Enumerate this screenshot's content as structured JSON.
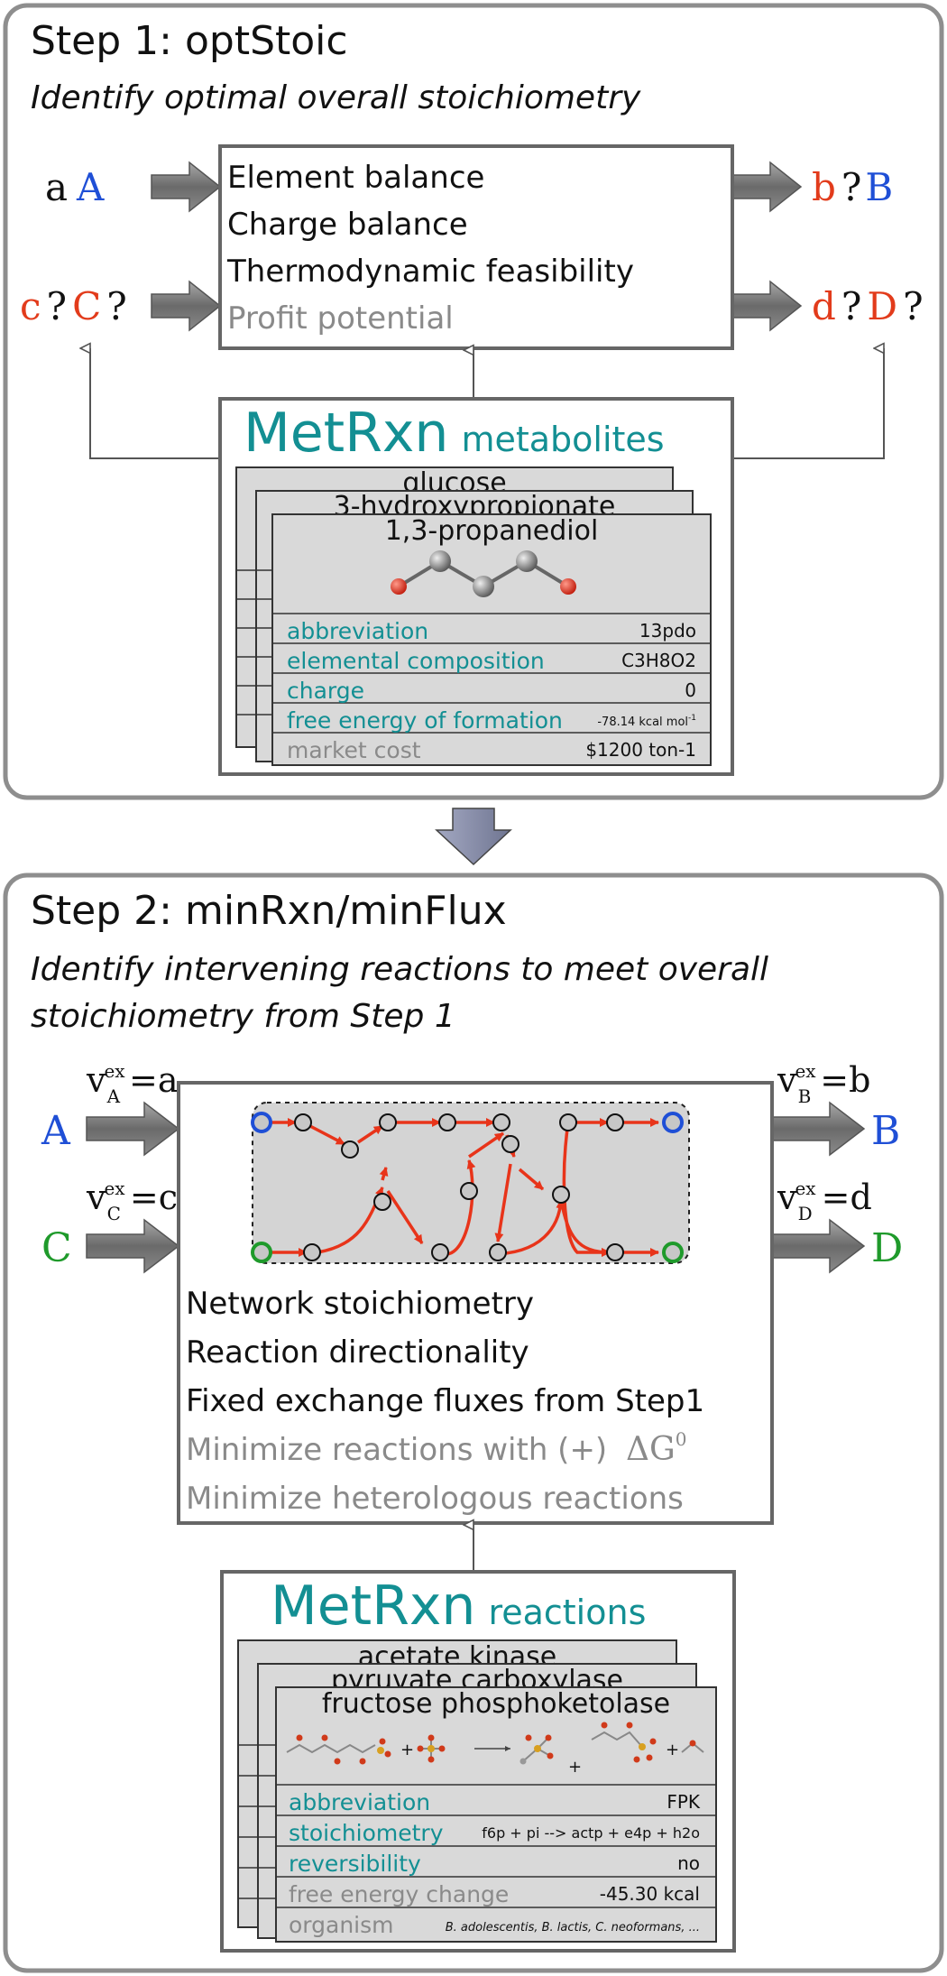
{
  "colors": {
    "teal": "#138f93",
    "red": "#e23b1b",
    "blue": "#1f4fd6",
    "green": "#1f9a2b",
    "grey": "#8a8a8a",
    "panel_border": "#8e8e8e",
    "card_fill": "#d9d9d9",
    "flow_arrow": "#8890a8"
  },
  "step1": {
    "title": "Step 1: optStoic",
    "subtitle": "Identify optimal overall stoichiometry",
    "inputs": {
      "a_coef": "a",
      "a_met": "A",
      "c_coef": "c",
      "c_q1": "?",
      "c_met": "C",
      "c_q2": "?"
    },
    "outputs": {
      "b_coef": "b",
      "b_q": "?",
      "b_met": "B",
      "d_coef": "d",
      "d_q1": "?",
      "d_met": "D",
      "d_q2": "?"
    },
    "constraints": [
      "Element balance",
      "Charge balance",
      "Thermodynamic feasibility"
    ],
    "objective": "Profit potential",
    "db_name": "MetRxn",
    "db_kind": "metabolites",
    "back_cards": [
      "glucose",
      "3-hydroxypropionate"
    ],
    "card": {
      "title": "1,3-propanediol",
      "rows": [
        {
          "label": "abbreviation",
          "value": "13pdo"
        },
        {
          "label": "elemental composition",
          "value": "C3H8O2"
        },
        {
          "label": "charge",
          "value": "0"
        },
        {
          "label": "free energy of formation",
          "value": "-78.14 kcal mol",
          "sup": "-1"
        },
        {
          "label": "market cost",
          "value": "$1200 ton-1"
        }
      ]
    }
  },
  "step2": {
    "title": "Step 2: minRxn/minFlux",
    "subtitle_lines": [
      "Identify intervening reactions to meet overall",
      "stoichiometry from Step 1"
    ],
    "fluxes": {
      "A": {
        "v": "v",
        "sup": "ex",
        "sub": "A",
        "eq": "=a",
        "met": "A"
      },
      "C": {
        "v": "v",
        "sup": "ex",
        "sub": "C",
        "eq": "=c",
        "met": "C"
      },
      "B": {
        "v": "v",
        "sup": "ex",
        "sub": "B",
        "eq": "=b",
        "met": "B"
      },
      "D": {
        "v": "v",
        "sup": "ex",
        "sub": "D",
        "eq": "=d",
        "met": "D"
      }
    },
    "constraints": [
      "Network stoichiometry",
      "Reaction directionality",
      "Fixed exchange fluxes from Step1"
    ],
    "objectives": [
      "Minimize reactions with (+)",
      "Minimize heterologous reactions"
    ],
    "delta_g": "ΔG",
    "delta_g_sup": "0",
    "db_name": "MetRxn",
    "db_kind": "reactions",
    "back_cards": [
      "acetate kinase",
      "pyruvate carboxylase"
    ],
    "card": {
      "title": "fructose phosphoketolase",
      "rows": [
        {
          "label": "abbreviation",
          "value": "FPK"
        },
        {
          "label": "stoichiometry",
          "value": "f6p + pi --> actp + e4p + h2o"
        },
        {
          "label": "reversibility",
          "value": "no"
        },
        {
          "label": "free energy change",
          "value": "-45.30 kcal"
        },
        {
          "label": "organism",
          "value": "B. adolescentis, B. lactis, C. neoformans, ..."
        }
      ]
    }
  }
}
